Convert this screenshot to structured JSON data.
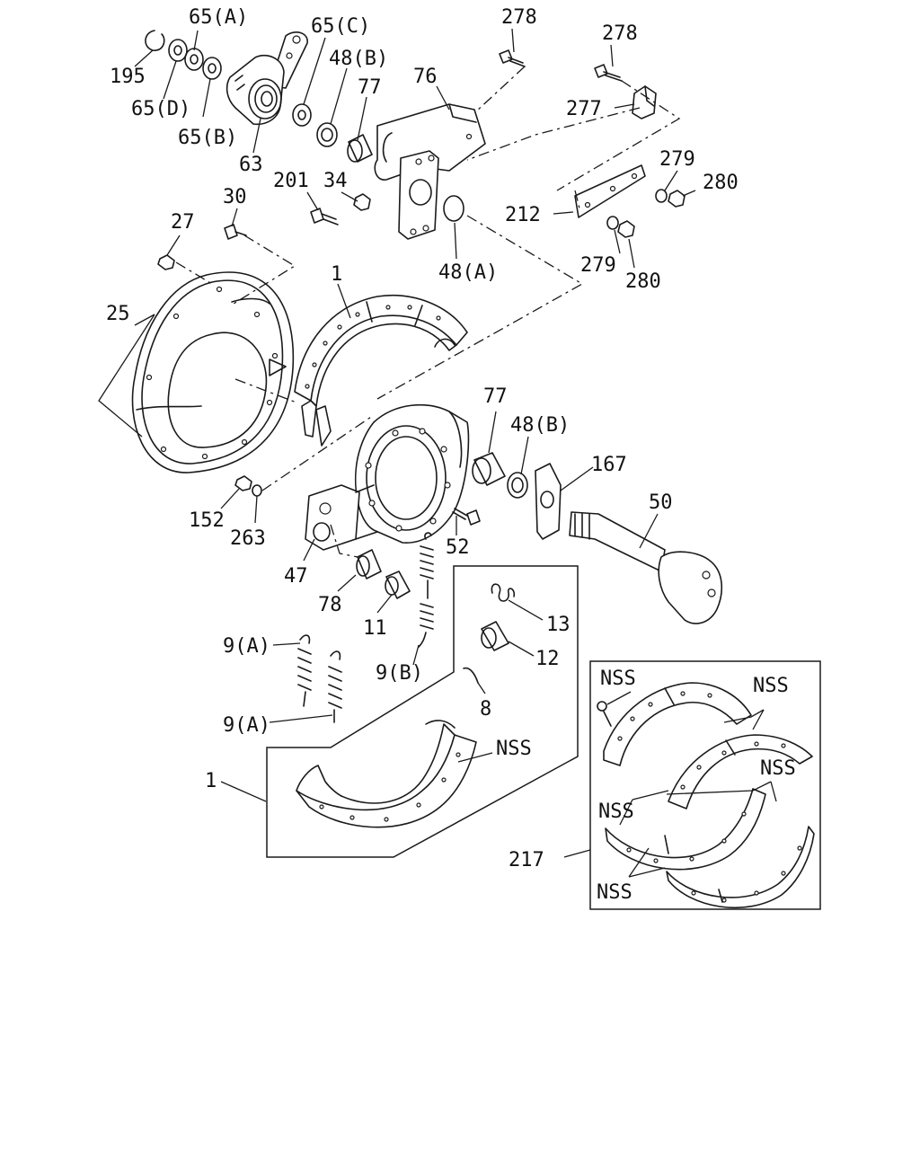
{
  "labels": {
    "l195": "195",
    "l65a": "65(A)",
    "l65d": "65(D)",
    "l65b": "65(B)",
    "l63": "63",
    "l65c": "65(C)",
    "l48b_top": "48(B)",
    "l77_top": "77",
    "l76": "76",
    "l278_a": "278",
    "l278_b": "278",
    "l277": "277",
    "l279_top": "279",
    "l280_top": "280",
    "l212": "212",
    "l279_bot": "279",
    "l280_bot": "280",
    "l201": "201",
    "l34": "34",
    "l30": "30",
    "l27": "27",
    "l48a": "48(A)",
    "l1_top": "1",
    "l25": "25",
    "l77_mid": "77",
    "l48b_mid": "48(B)",
    "l167": "167",
    "l50": "50",
    "l152": "152",
    "l263": "263",
    "l52": "52",
    "l47": "47",
    "l78": "78",
    "l11": "11",
    "l13": "13",
    "l12": "12",
    "l9a_top": "9(A)",
    "l9b": "9(B)",
    "l8": "8",
    "l9a_bot": "9(A)",
    "l1_bot": "1",
    "lnss_kit": "NSS",
    "lnss_b1": "NSS",
    "lnss_b2": "NSS",
    "lnss_b3": "NSS",
    "lnss_b4": "NSS",
    "lnss_b5": "NSS",
    "l217": "217"
  }
}
